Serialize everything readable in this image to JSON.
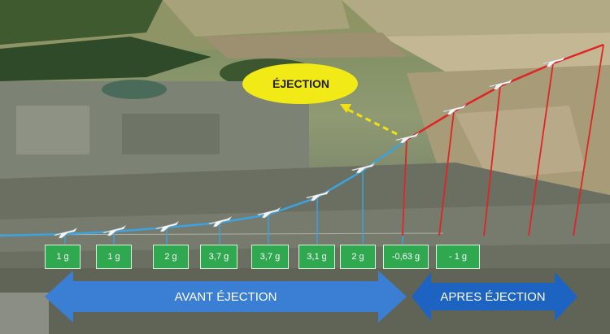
{
  "ejection_label": "ÉJECTION",
  "g_values": [
    "1 g",
    "1 g",
    "2 g",
    "3,7 g",
    "3,7 g",
    "3,1 g",
    "2 g",
    "-0,63 g",
    "- 1 g"
  ],
  "avant_label": "AVANT ÉJECTION",
  "apres_label": "APRES ÉJECTION",
  "colors": {
    "before_trajectory": "#3aa3e0",
    "after_trajectory": "#e02424",
    "g_box": "#2fa84f",
    "avant_arrow": "#3b7fd4",
    "apres_arrow": "#1c63c2",
    "ejection_ellipse": "#f2ea16",
    "ejection_arrow": "#f2e012"
  },
  "icons": [
    "aircraft-icon"
  ]
}
